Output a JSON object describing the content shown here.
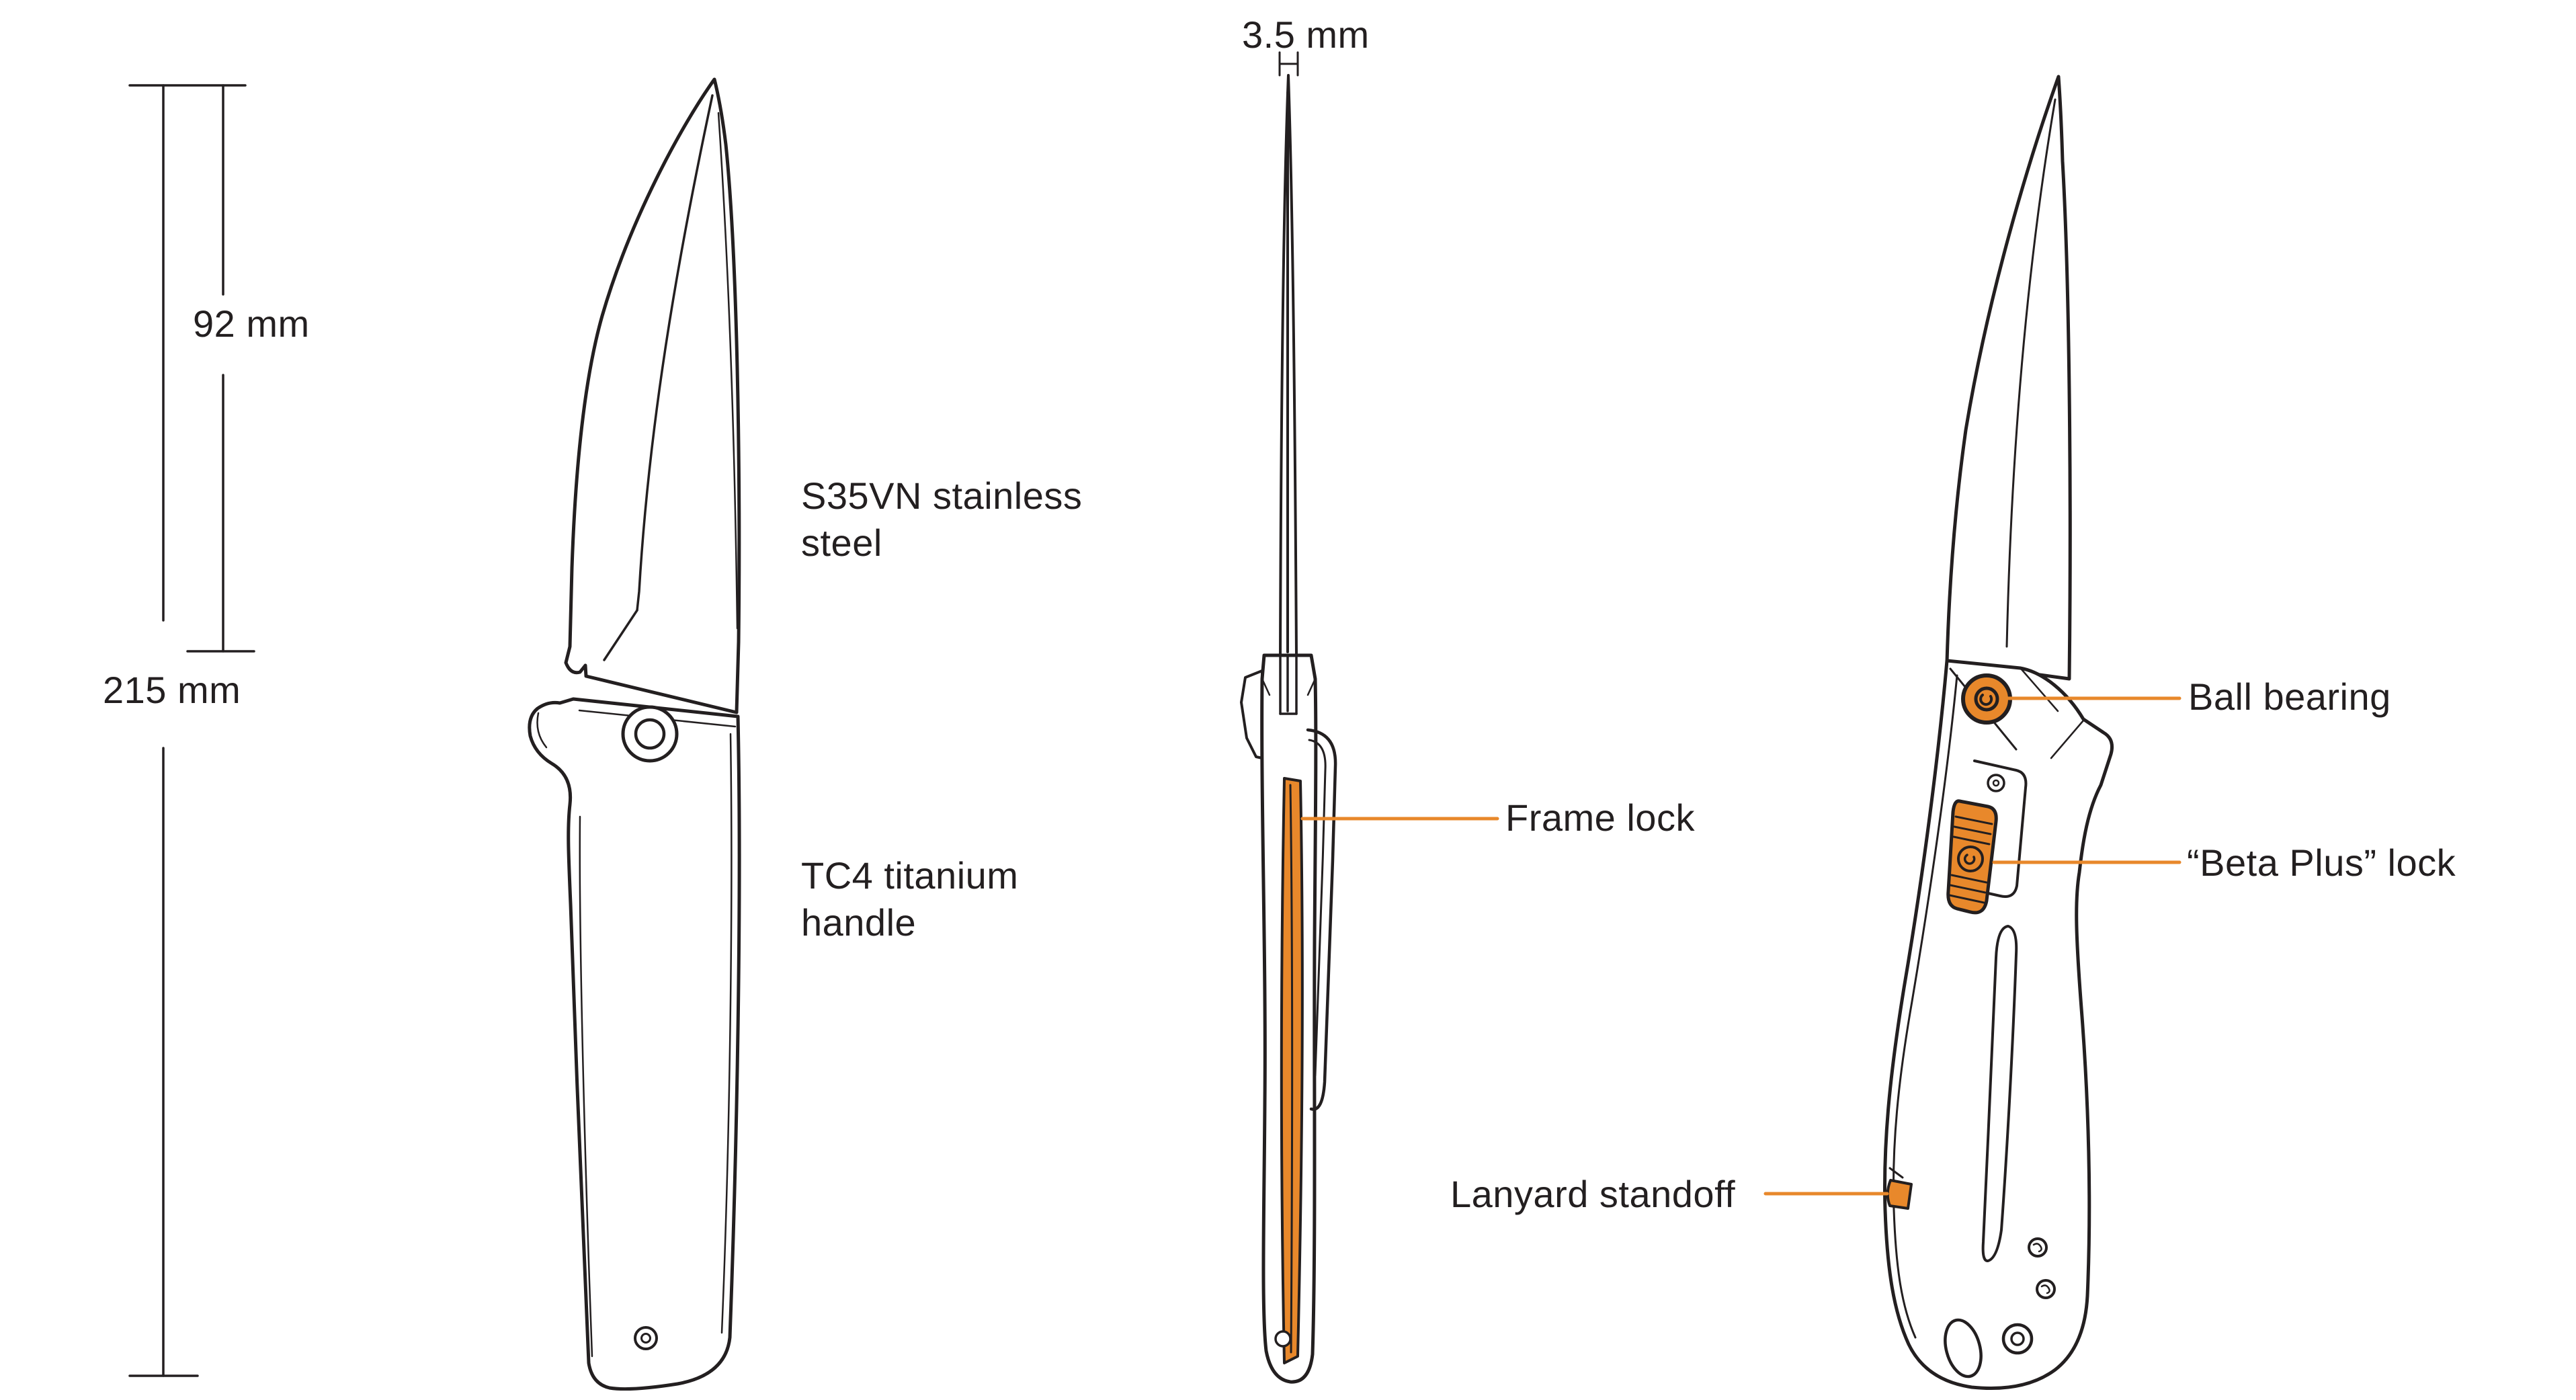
{
  "colors": {
    "accent_orange": "#E8882B",
    "ink": "#231F20",
    "background": "#FFFFFF"
  },
  "dimensions": {
    "blade_length": "92 mm",
    "overall_length": "215 mm",
    "blade_thickness": "3.5 mm"
  },
  "labels": {
    "blade_material_line1": "S35VN stainless",
    "blade_material_line2": "steel",
    "handle_material_line1": "TC4 titanium",
    "handle_material_line2": "handle",
    "frame_lock": "Frame lock",
    "ball_bearing": "Ball bearing",
    "beta_plus_lock": "“Beta Plus” lock",
    "lanyard_standoff": "Lanyard standoff"
  }
}
